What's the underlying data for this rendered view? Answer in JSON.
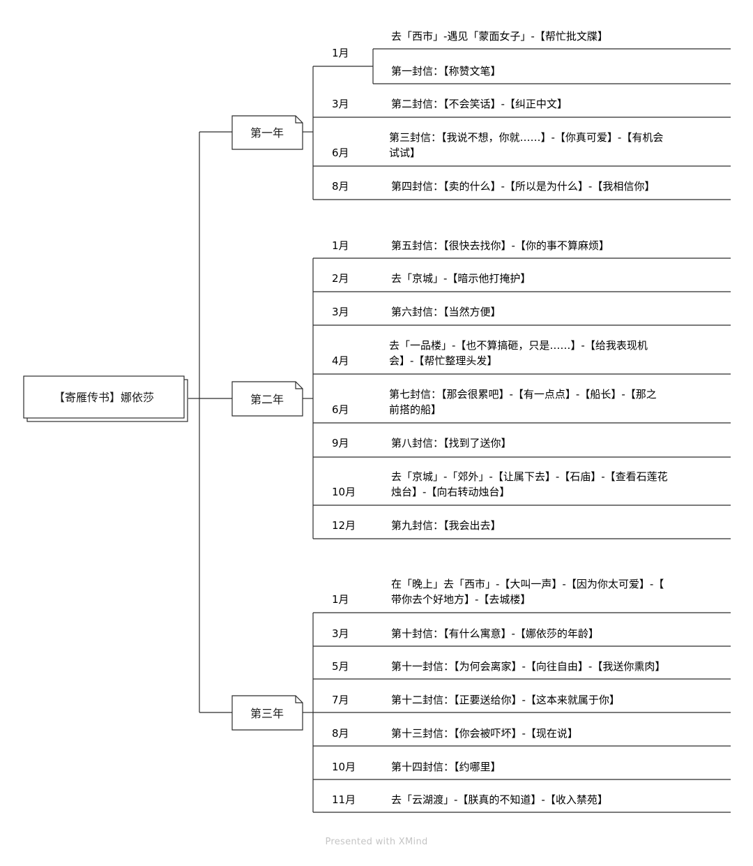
{
  "root": {
    "label": "【寄雁传书】娜依莎"
  },
  "years": [
    {
      "label": "第一年",
      "months": [
        {
          "month": "1月",
          "leaves": [
            "去「西市」-遇见「蒙面女子」-【帮忙批文牒】",
            "第一封信：【称赞文笔】"
          ]
        },
        {
          "month": "3月",
          "leaves": [
            "第二封信：【不会笑话】-【纠正中文】"
          ]
        },
        {
          "month": "6月",
          "leaves": [
            "第三封信：【我说不想，你就……】-【你真可爱】-【有机会",
            "试试】"
          ]
        },
        {
          "month": "8月",
          "leaves": [
            "第四封信：【卖的什么】-【所以是为什么】-【我相信你】"
          ]
        }
      ]
    },
    {
      "label": "第二年",
      "months": [
        {
          "month": "1月",
          "leaves": [
            "第五封信：【很快去找你】-【你的事不算麻烦】"
          ]
        },
        {
          "month": "2月",
          "leaves": [
            "去「京城」-【暗示他打掩护】"
          ]
        },
        {
          "month": "3月",
          "leaves": [
            "第六封信：【当然方便】"
          ]
        },
        {
          "month": "4月",
          "leaves": [
            "去「一品楼」-【也不算搞砸，只是……】-【给我表现机",
            "会】-【帮忙整理头发】"
          ]
        },
        {
          "month": "6月",
          "leaves": [
            "第七封信：【那会很累吧】-【有一点点】-【船长】-【那之",
            "前搭的船】"
          ]
        },
        {
          "month": "9月",
          "leaves": [
            "第八封信：【找到了送你】"
          ]
        },
        {
          "month": "10月",
          "leaves": [
            "去「京城」-「郊外」-【让属下去】-【石庙】-【查看石莲花",
            "烛台】-【向右转动烛台】"
          ]
        },
        {
          "month": "12月",
          "leaves": [
            "第九封信：【我会出去】"
          ]
        }
      ]
    },
    {
      "label": "第三年",
      "months": [
        {
          "month": "1月",
          "leaves": [
            "在「晚上」去「西市」-【大叫一声】-【因为你太可爱】-【",
            "带你去个好地方】-【去城楼】"
          ]
        },
        {
          "month": "3月",
          "leaves": [
            "第十封信：【有什么寓意】-【娜依莎的年龄】"
          ]
        },
        {
          "month": "5月",
          "leaves": [
            "第十一封信：【为何会离家】-【向往自由】-【我送你熏肉】"
          ]
        },
        {
          "month": "7月",
          "leaves": [
            "第十二封信：【正要送给你】-【这本来就属于你】"
          ]
        },
        {
          "month": "8月",
          "leaves": [
            "第十三封信：【你会被吓坏】-【现在说】"
          ]
        },
        {
          "month": "10月",
          "leaves": [
            "第十四封信：【约哪里】"
          ]
        },
        {
          "month": "11月",
          "leaves": [
            "去「云湖渡」-【朕真的不知道】-【收入禁苑】"
          ]
        }
      ]
    }
  ],
  "footer": "Presented with XMind",
  "colors": {
    "line": "#2b2b2b",
    "text": "#1a1a1a",
    "footer": "#c4c4c4"
  }
}
